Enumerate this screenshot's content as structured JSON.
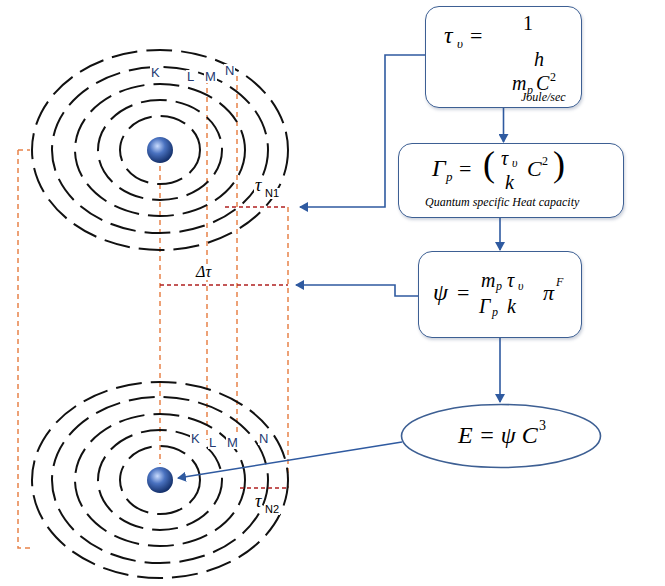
{
  "diagram": {
    "nodes": [
      {
        "text": [
          "τ",
          "υ",
          "=",
          "1",
          "h",
          "m",
          "p",
          "C",
          "2",
          "Joule/sec"
        ]
      },
      {
        "text": [
          "Γ",
          "p",
          "=",
          "(",
          "τ",
          "υ",
          "k",
          "C",
          "2",
          ")",
          "Quantum specific Heat capacity"
        ]
      },
      {
        "text": [
          "ψ",
          "=",
          "m",
          "p",
          "τ",
          "υ",
          "Γ",
          "p",
          "k",
          "π",
          "F"
        ]
      },
      {
        "text": [
          "E = ψ C",
          "3"
        ]
      }
    ],
    "edges": [
      {
        "from": 0,
        "to": 1,
        "arrow": "to"
      },
      {
        "from": 1,
        "to": 2,
        "arrow": "to"
      },
      {
        "from": 2,
        "to": 3,
        "arrow": "to"
      }
    ],
    "labels": [
      "K",
      "L",
      "M",
      "N",
      "τ",
      "N1",
      "Δτ",
      "K",
      "L",
      "M",
      "N",
      "τ",
      "N2"
    ]
  }
}
